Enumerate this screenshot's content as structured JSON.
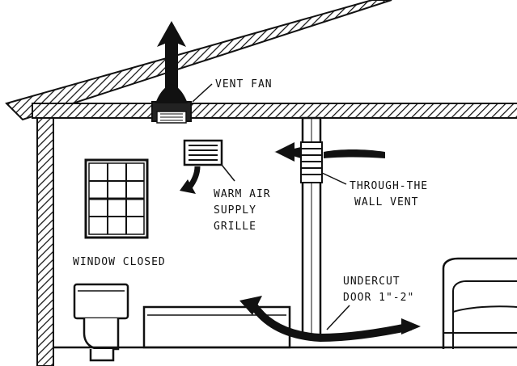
{
  "labels": {
    "vent_fan": "VENT FAN",
    "warm_air_1": "WARM AIR",
    "warm_air_2": "SUPPLY",
    "warm_air_3": "GRILLE",
    "through_wall_1": "THROUGH-THE",
    "through_wall_2": "WALL VENT",
    "window_closed": "WINDOW CLOSED",
    "undercut_1": "UNDERCUT",
    "undercut_2": "DOOR 1\"-2\""
  },
  "colors": {
    "ink": "#111111",
    "paper": "#ffffff"
  }
}
